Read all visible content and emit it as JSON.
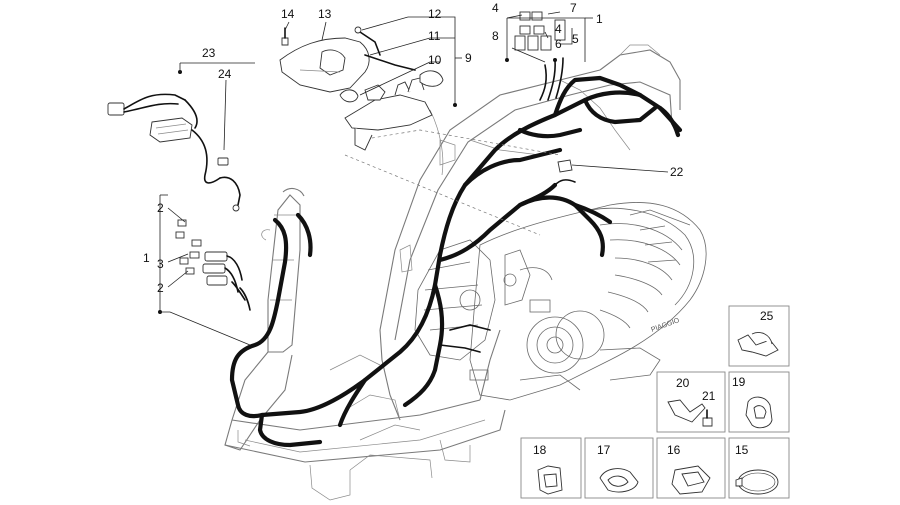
{
  "diagram": {
    "callouts": [
      {
        "id": "c14",
        "text": "14"
      },
      {
        "id": "c13",
        "text": "13"
      },
      {
        "id": "c12",
        "text": "12"
      },
      {
        "id": "c11",
        "text": "11"
      },
      {
        "id": "c10",
        "text": "10"
      },
      {
        "id": "c9",
        "text": "9"
      },
      {
        "id": "c23",
        "text": "23"
      },
      {
        "id": "c24",
        "text": "24"
      },
      {
        "id": "c4a",
        "text": "4"
      },
      {
        "id": "c7",
        "text": "7"
      },
      {
        "id": "c1a",
        "text": "1"
      },
      {
        "id": "c8",
        "text": "8"
      },
      {
        "id": "c4b",
        "text": "4"
      },
      {
        "id": "c6",
        "text": "6"
      },
      {
        "id": "c5",
        "text": "5"
      },
      {
        "id": "c22",
        "text": "22"
      },
      {
        "id": "c2a",
        "text": "2"
      },
      {
        "id": "c1b",
        "text": "1"
      },
      {
        "id": "c3",
        "text": "3"
      },
      {
        "id": "c2b",
        "text": "2"
      },
      {
        "id": "c25",
        "text": "25"
      },
      {
        "id": "c20",
        "text": "20"
      },
      {
        "id": "c21",
        "text": "21"
      },
      {
        "id": "c19",
        "text": "19"
      },
      {
        "id": "c18",
        "text": "18"
      },
      {
        "id": "c17",
        "text": "17"
      },
      {
        "id": "c16",
        "text": "16"
      },
      {
        "id": "c15",
        "text": "15"
      }
    ],
    "brand_mark": "PIAGGIO"
  }
}
